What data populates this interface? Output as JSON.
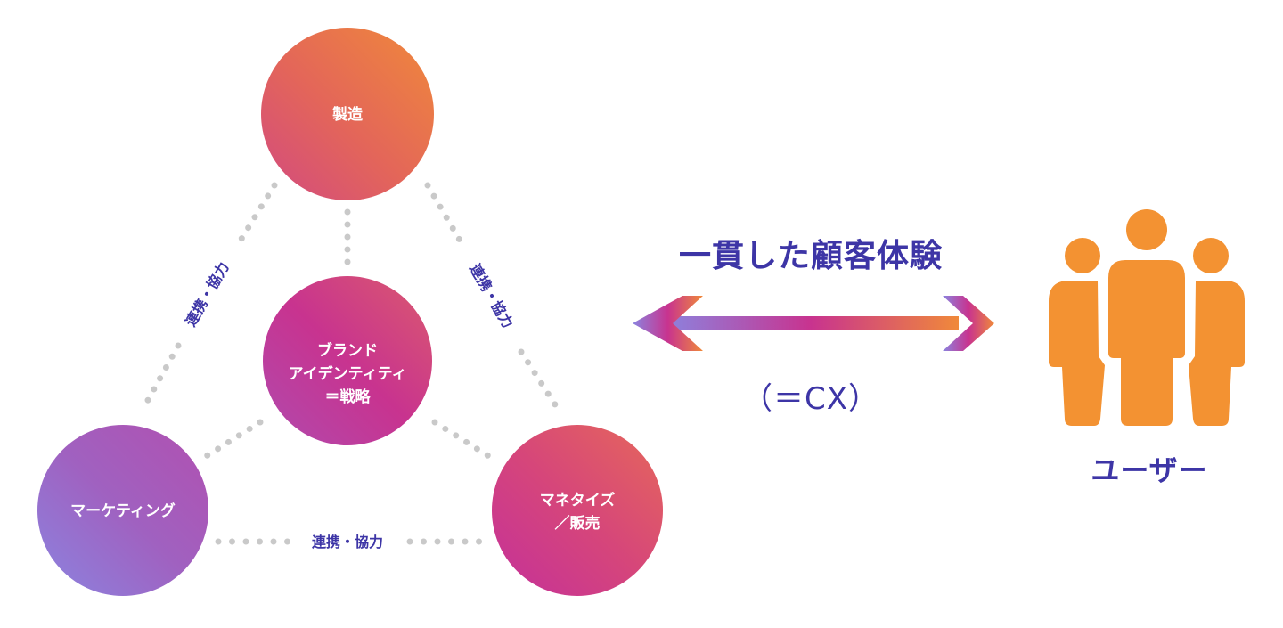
{
  "nodes": {
    "top": {
      "lines": [
        "製造"
      ]
    },
    "center": {
      "lines": [
        "ブランド",
        "アイデンティティ",
        "＝戦略"
      ]
    },
    "left": {
      "lines": [
        "マーケティング"
      ]
    },
    "right": {
      "lines": [
        "マネタイズ",
        "／販売"
      ]
    }
  },
  "links": {
    "left_edge": "連携・協力",
    "right_edge": "連携・協力",
    "bottom_edge": "連携・協力"
  },
  "headline": "一貫した顧客体験",
  "subtitle": "（＝CX）",
  "users": {
    "label": "ユーザー",
    "icon": "users-group-icon"
  },
  "colors": {
    "text_primary": "#3d35a6",
    "orange": "#f0893a",
    "magenta": "#c8338f",
    "purple": "#8b82de",
    "users_icon": "#f39232",
    "dots": "#c9c9c9"
  }
}
